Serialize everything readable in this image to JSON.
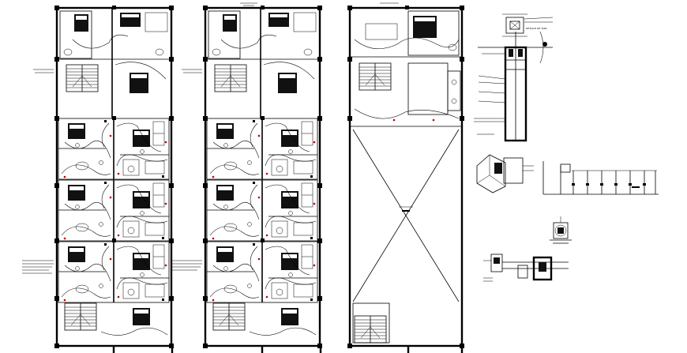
{
  "drawing": {
    "plans": [
      {
        "id": "plan-1",
        "label": "",
        "floors": 4
      },
      {
        "id": "plan-2",
        "label": "",
        "floors": 4
      },
      {
        "id": "plan-roof",
        "label": "",
        "floors": 1
      }
    ],
    "details": [
      {
        "id": "detail-tapa",
        "label": "DETALLE DE TAPA"
      },
      {
        "id": "detail-pozo",
        "label": ""
      },
      {
        "id": "detail-caja",
        "label": ""
      },
      {
        "id": "detail-diagrama",
        "label": ""
      },
      {
        "id": "detail-empalme",
        "label": ""
      },
      {
        "id": "detail-medidor",
        "label": ""
      }
    ],
    "colors": {
      "line": "#000000",
      "accent": "#c00000",
      "background": "#ffffff"
    }
  }
}
